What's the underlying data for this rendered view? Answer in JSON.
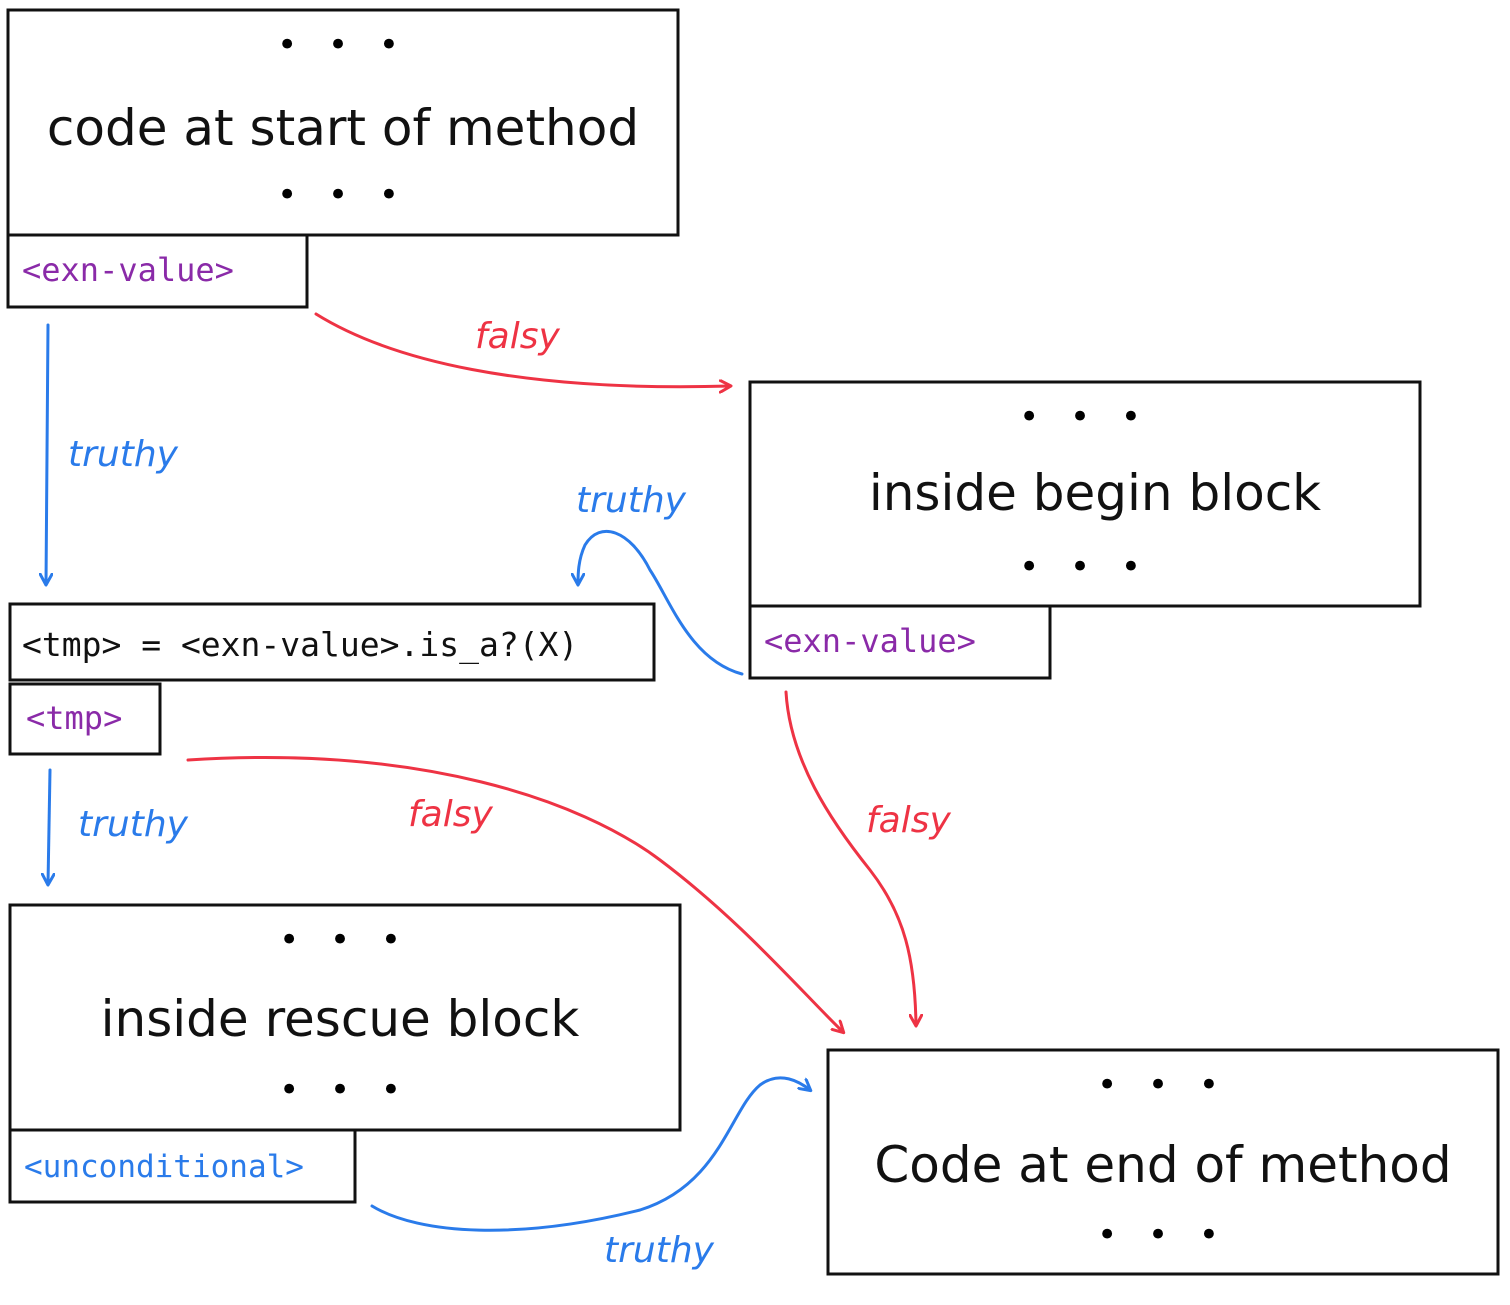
{
  "colors": {
    "stroke": "#111111",
    "condition_purple": "#8a2aa8",
    "truthy_blue": "#2a7bea",
    "falsy_red": "#ee3344"
  },
  "nodes": {
    "start_block": {
      "dots_top": "• • •",
      "label": "code at start of method",
      "dots_bottom": "• • •"
    },
    "start_condition": {
      "label": "<exn-value>"
    },
    "begin_block": {
      "dots_top": "• • •",
      "label": "inside begin block",
      "dots_bottom": "• • •"
    },
    "begin_condition": {
      "label": "<exn-value>"
    },
    "tmp_block": {
      "label": "<tmp> = <exn-value>.is_a?(X)"
    },
    "tmp_condition": {
      "label": "<tmp>"
    },
    "rescue_block": {
      "dots_top": "• • •",
      "label": "inside rescue block",
      "dots_bottom": "• • •"
    },
    "rescue_condition": {
      "label": "<unconditional>"
    },
    "end_block": {
      "dots_top": "• • •",
      "label": "Code at end of method",
      "dots_bottom": "• • •"
    }
  },
  "edges": {
    "start_to_begin": {
      "label": "falsy"
    },
    "start_to_tmp": {
      "label": "truthy"
    },
    "begin_to_tmp": {
      "label": "truthy"
    },
    "begin_to_end": {
      "label": "falsy"
    },
    "tmp_to_rescue": {
      "label": "truthy"
    },
    "tmp_to_end": {
      "label": "falsy"
    },
    "rescue_to_end": {
      "label": "truthy"
    }
  }
}
